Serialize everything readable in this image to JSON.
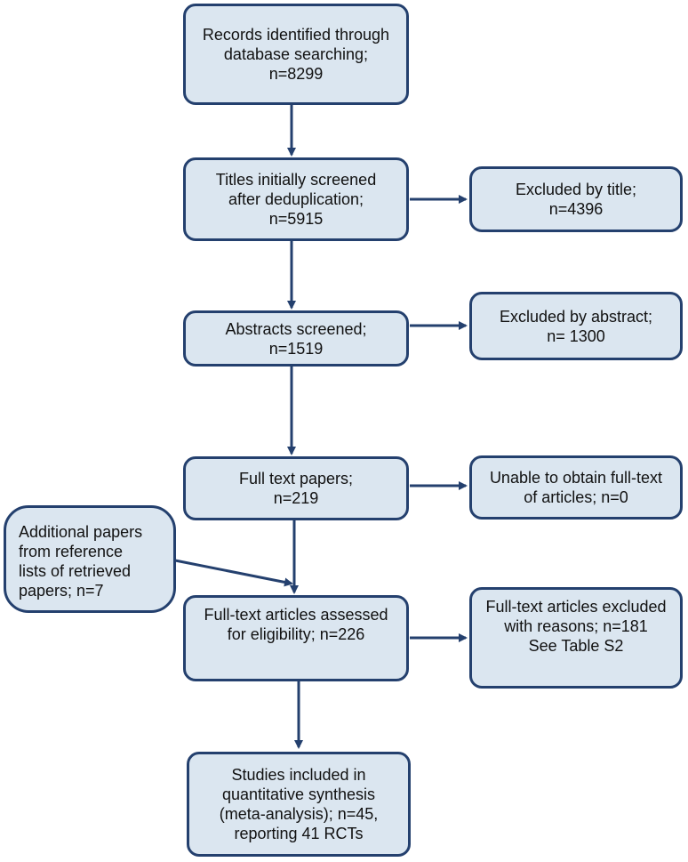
{
  "diagram": {
    "boxes": {
      "identified": [
        "Records identified through",
        "database searching;",
        "n=8299"
      ],
      "titles_screened": [
        "Titles initially screened",
        "after deduplication;",
        "n=5915"
      ],
      "excluded_title": [
        "Excluded by title;",
        "n=4396"
      ],
      "abstracts_screened": [
        "Abstracts screened;",
        "n=1519"
      ],
      "excluded_abstract": [
        "Excluded by abstract;",
        "n= 1300"
      ],
      "full_text": [
        "Full text papers;",
        "n=219"
      ],
      "unable_obtain": [
        "Unable to obtain full-text",
        "of articles; n=0"
      ],
      "additional": [
        "Additional papers",
        "from reference",
        "lists of retrieved",
        "papers; n=7"
      ],
      "assessed": [
        "Full-text articles assessed",
        "for eligibility; n=226"
      ],
      "excluded_fulltext": [
        "Full-text articles excluded",
        "with reasons; n=181",
        "See Table S2"
      ],
      "included": [
        "Studies included in",
        "quantitative synthesis",
        "(meta-analysis); n=45,",
        "reporting 41 RCTs"
      ]
    },
    "colors": {
      "box_fill": "#dbe6f0",
      "box_border": "#24406e",
      "arrow": "#24406e"
    }
  }
}
